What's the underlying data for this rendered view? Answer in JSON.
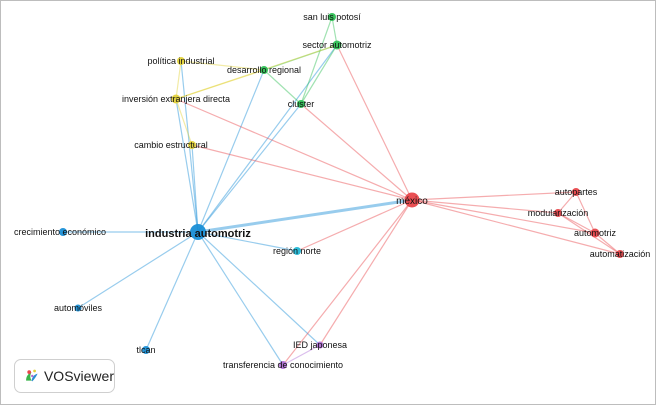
{
  "app": {
    "name": "VOSviewer"
  },
  "clusters": {
    "blue": "#1a8fd6",
    "cyan": "#22b8d6",
    "red": "#e8474b",
    "green": "#2fbf55",
    "yellow": "#e3d23a",
    "purple": "#b06fd6"
  },
  "nodes": [
    {
      "id": "industria_automotriz",
      "label": "industria automotriz",
      "cluster": "blue",
      "weight": 5
    },
    {
      "id": "mexico",
      "label": "méxico",
      "cluster": "red",
      "weight": 4
    },
    {
      "id": "autopartes",
      "label": "autopartes",
      "cluster": "red",
      "weight": 1
    },
    {
      "id": "modularizacion",
      "label": "modularización",
      "cluster": "red",
      "weight": 1
    },
    {
      "id": "automotriz",
      "label": "automotriz",
      "cluster": "red",
      "weight": 1
    },
    {
      "id": "automatizacion",
      "label": "automatización",
      "cluster": "red",
      "weight": 1
    },
    {
      "id": "san_luis_potosi",
      "label": "san luis potosí",
      "cluster": "green",
      "weight": 1
    },
    {
      "id": "sector_automotriz",
      "label": "sector automotriz",
      "cluster": "green",
      "weight": 1
    },
    {
      "id": "desarrollo_regional",
      "label": "desarrollo regional",
      "cluster": "green",
      "weight": 1
    },
    {
      "id": "cluster",
      "label": "cluster",
      "cluster": "green",
      "weight": 1
    },
    {
      "id": "politica_industrial",
      "label": "política industrial",
      "cluster": "yellow",
      "weight": 1
    },
    {
      "id": "inversion_extranjera_directa",
      "label": "inversión extranjera directa",
      "cluster": "yellow",
      "weight": 1
    },
    {
      "id": "cambio_estructural",
      "label": "cambio estructural",
      "cluster": "yellow",
      "weight": 1
    },
    {
      "id": "crecimiento_economico",
      "label": "crecimiento económico",
      "cluster": "blue",
      "weight": 1
    },
    {
      "id": "region_norte",
      "label": "región norte",
      "cluster": "cyan",
      "weight": 1
    },
    {
      "id": "automoviles",
      "label": "automóviles",
      "cluster": "blue",
      "weight": 1
    },
    {
      "id": "tlcan",
      "label": "tlcan",
      "cluster": "blue",
      "weight": 1
    },
    {
      "id": "ied_japonesa",
      "label": "IED japonesa",
      "cluster": "purple",
      "weight": 1
    },
    {
      "id": "transferencia_de_conocimiento",
      "label": "transferencia de conocimiento",
      "cluster": "purple",
      "weight": 1
    }
  ],
  "links": [
    [
      "industria_automotriz",
      "mexico"
    ],
    [
      "industria_automotriz",
      "crecimiento_economico"
    ],
    [
      "industria_automotriz",
      "automoviles"
    ],
    [
      "industria_automotriz",
      "tlcan"
    ],
    [
      "industria_automotriz",
      "region_norte"
    ],
    [
      "industria_automotriz",
      "transferencia_de_conocimiento"
    ],
    [
      "industria_automotriz",
      "ied_japonesa"
    ],
    [
      "industria_automotriz",
      "politica_industrial"
    ],
    [
      "industria_automotriz",
      "inversion_extranjera_directa"
    ],
    [
      "industria_automotriz",
      "cambio_estructural"
    ],
    [
      "industria_automotriz",
      "desarrollo_regional"
    ],
    [
      "industria_automotriz",
      "cluster"
    ],
    [
      "industria_automotriz",
      "sector_automotriz"
    ],
    [
      "mexico",
      "autopartes"
    ],
    [
      "mexico",
      "modularizacion"
    ],
    [
      "mexico",
      "automotriz"
    ],
    [
      "mexico",
      "automatizacion"
    ],
    [
      "mexico",
      "sector_automotriz"
    ],
    [
      "mexico",
      "cluster"
    ],
    [
      "mexico",
      "inversion_extranjera_directa"
    ],
    [
      "mexico",
      "cambio_estructural"
    ],
    [
      "mexico",
      "region_norte"
    ],
    [
      "mexico",
      "ied_japonesa"
    ],
    [
      "mexico",
      "transferencia_de_conocimiento"
    ],
    [
      "autopartes",
      "modularizacion"
    ],
    [
      "autopartes",
      "automotriz"
    ],
    [
      "modularizacion",
      "automotriz"
    ],
    [
      "automotriz",
      "automatizacion"
    ],
    [
      "modularizacion",
      "automatizacion"
    ],
    [
      "san_luis_potosi",
      "sector_automotriz"
    ],
    [
      "san_luis_potosi",
      "cluster"
    ],
    [
      "sector_automotriz",
      "desarrollo_regional"
    ],
    [
      "sector_automotriz",
      "cluster"
    ],
    [
      "desarrollo_regional",
      "cluster"
    ],
    [
      "politica_industrial",
      "inversion_extranjera_directa"
    ],
    [
      "politica_industrial",
      "desarrollo_regional"
    ],
    [
      "inversion_extranjera_directa",
      "cambio_estructural"
    ],
    [
      "inversion_extranjera_directa",
      "desarrollo_regional"
    ],
    [
      "inversion_extranjera_directa",
      "sector_automotriz"
    ],
    [
      "ied_japonesa",
      "transferencia_de_conocimiento"
    ]
  ]
}
